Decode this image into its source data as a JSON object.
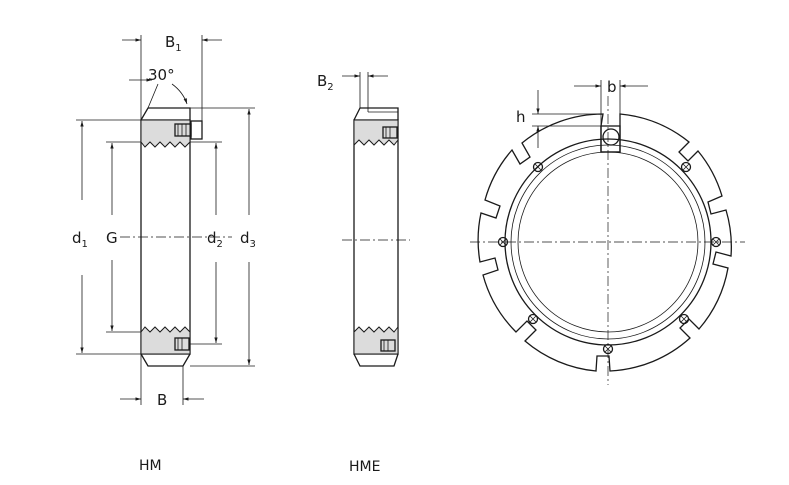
{
  "labels": {
    "B1": {
      "main": "B",
      "sub": "1"
    },
    "angle": "30°",
    "d1": {
      "main": "d",
      "sub": "1"
    },
    "G": "G",
    "d2": {
      "main": "d",
      "sub": "2"
    },
    "d3": {
      "main": "d",
      "sub": "3"
    },
    "B": "B",
    "B2": {
      "main": "B",
      "sub": "2"
    },
    "b": "b",
    "h": "h"
  },
  "captions": {
    "hm": "HM",
    "hme": "HME"
  }
}
